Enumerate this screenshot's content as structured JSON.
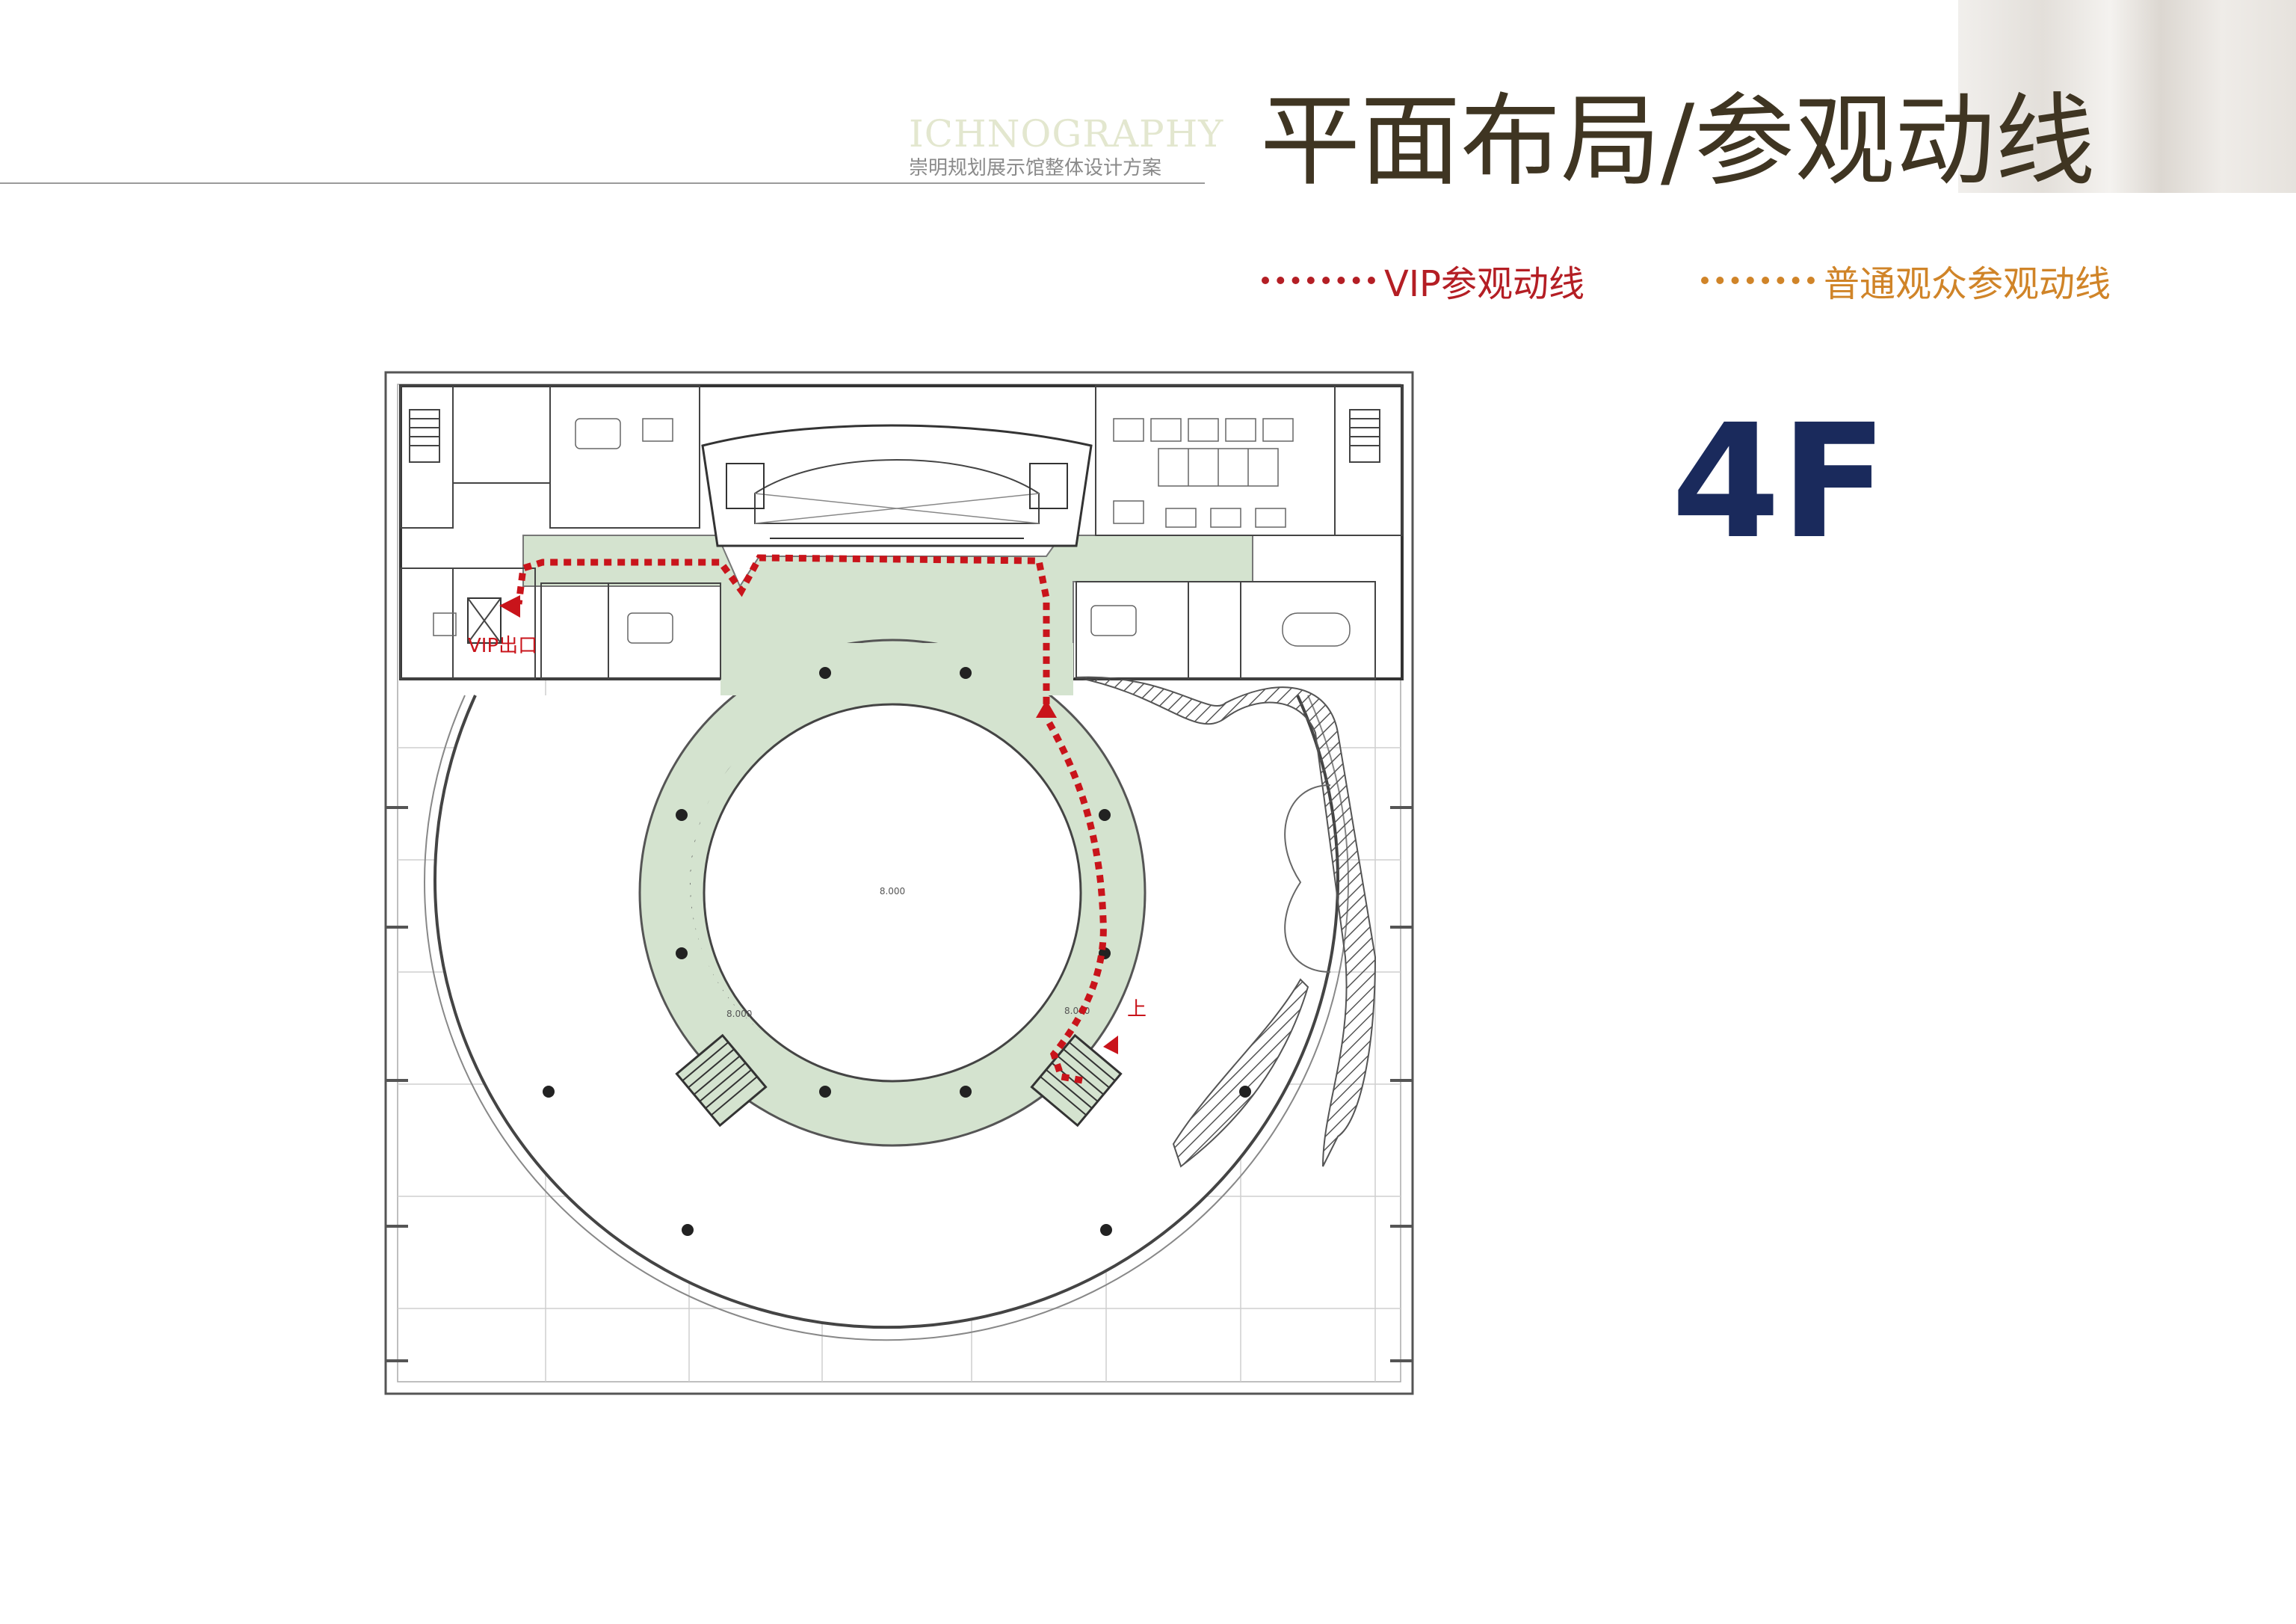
{
  "header": {
    "ichnography": "ICHNOGRAPHY",
    "subtitle": "崇明规划展示馆整体设计方案",
    "title": "平面布局/参观动线"
  },
  "legend": {
    "vip_label": "VIP参观动线",
    "general_label": "普通观众参观动线",
    "vip_color": "#b41e24",
    "general_color": "#d08428"
  },
  "floor_label": "4F",
  "plan": {
    "vip_exit_label": "VIP出口",
    "up_label": "上",
    "elevation_center": "8.000",
    "elevation_ring_left": "8.000",
    "elevation_ring_right": "8.000",
    "corridor_color": "#d4e3cf"
  }
}
